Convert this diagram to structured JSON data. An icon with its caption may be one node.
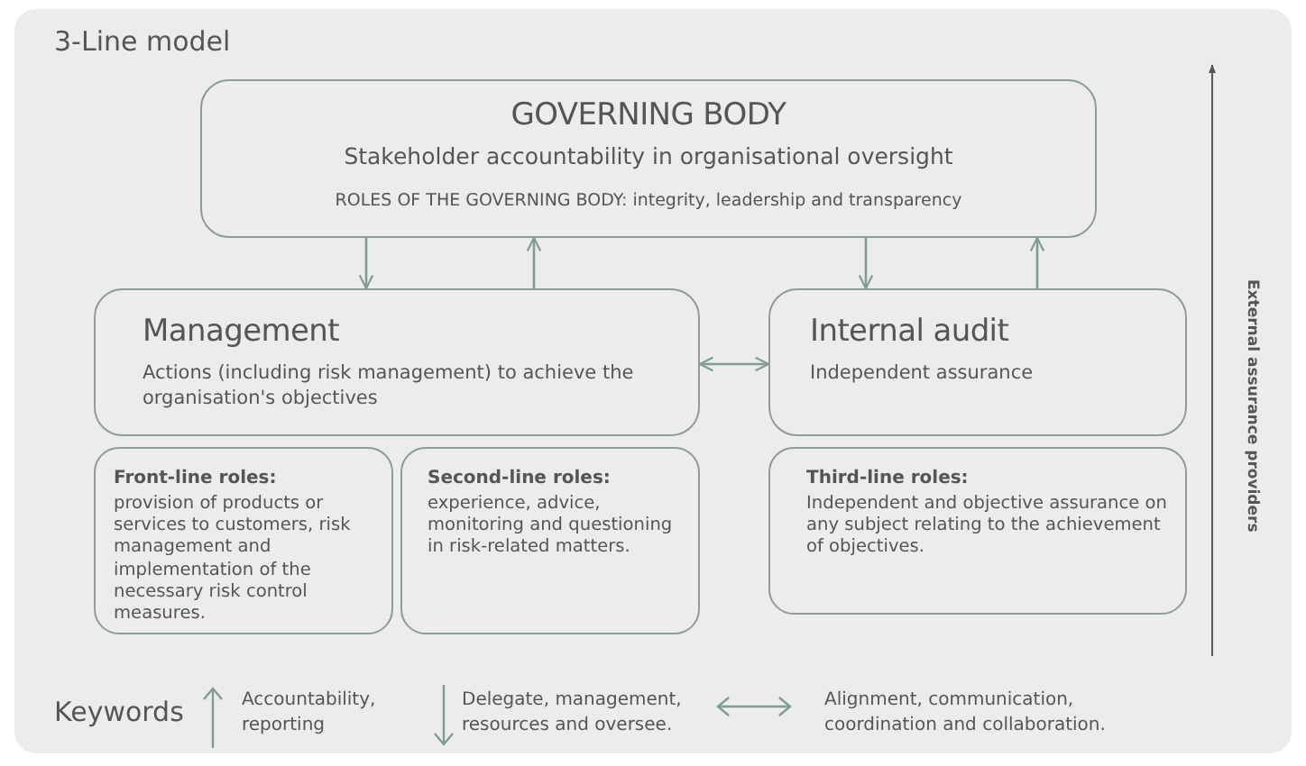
{
  "diagram": {
    "title": "3-Line model",
    "nodes": [
      {
        "text": [
          "GOVERNING BODY",
          "Stakeholder accountability in organisational oversight",
          "ROLES OF THE GOVERNING BODY: integrity, leadership and transparency"
        ]
      },
      {
        "text": [
          "Management",
          "Actions (including risk management) to achieve the organisation's objectives"
        ]
      },
      {
        "text": [
          "Internal audit",
          "Independent assurance"
        ]
      },
      {
        "text": [
          "Front-line roles:",
          "provision of products or services to customers, risk management and implementation of the necessary risk control measures."
        ]
      },
      {
        "text": [
          "Second-line roles:",
          "experience, advice, monitoring and questioning in risk-related matters."
        ]
      },
      {
        "text": [
          "Third-line roles:",
          "Independent and objective assurance on any subject relating to the achievement of objectives."
        ]
      }
    ],
    "edges": [
      {
        "from": 0,
        "to": 1,
        "arrow": "to"
      },
      {
        "from": 1,
        "to": 0,
        "arrow": "to"
      },
      {
        "from": 0,
        "to": 2,
        "arrow": "to"
      },
      {
        "from": 2,
        "to": 0,
        "arrow": "to"
      },
      {
        "from": 1,
        "to": 2,
        "arrow": "both"
      }
    ],
    "labels": [
      "External assurance providers",
      "Keywords"
    ],
    "legend": [
      {
        "text": "Accountability, reporting"
      },
      {
        "text": "Delegate, management, resources and oversee."
      },
      {
        "text": "Alignment, communication, coordination and collaboration."
      }
    ]
  }
}
